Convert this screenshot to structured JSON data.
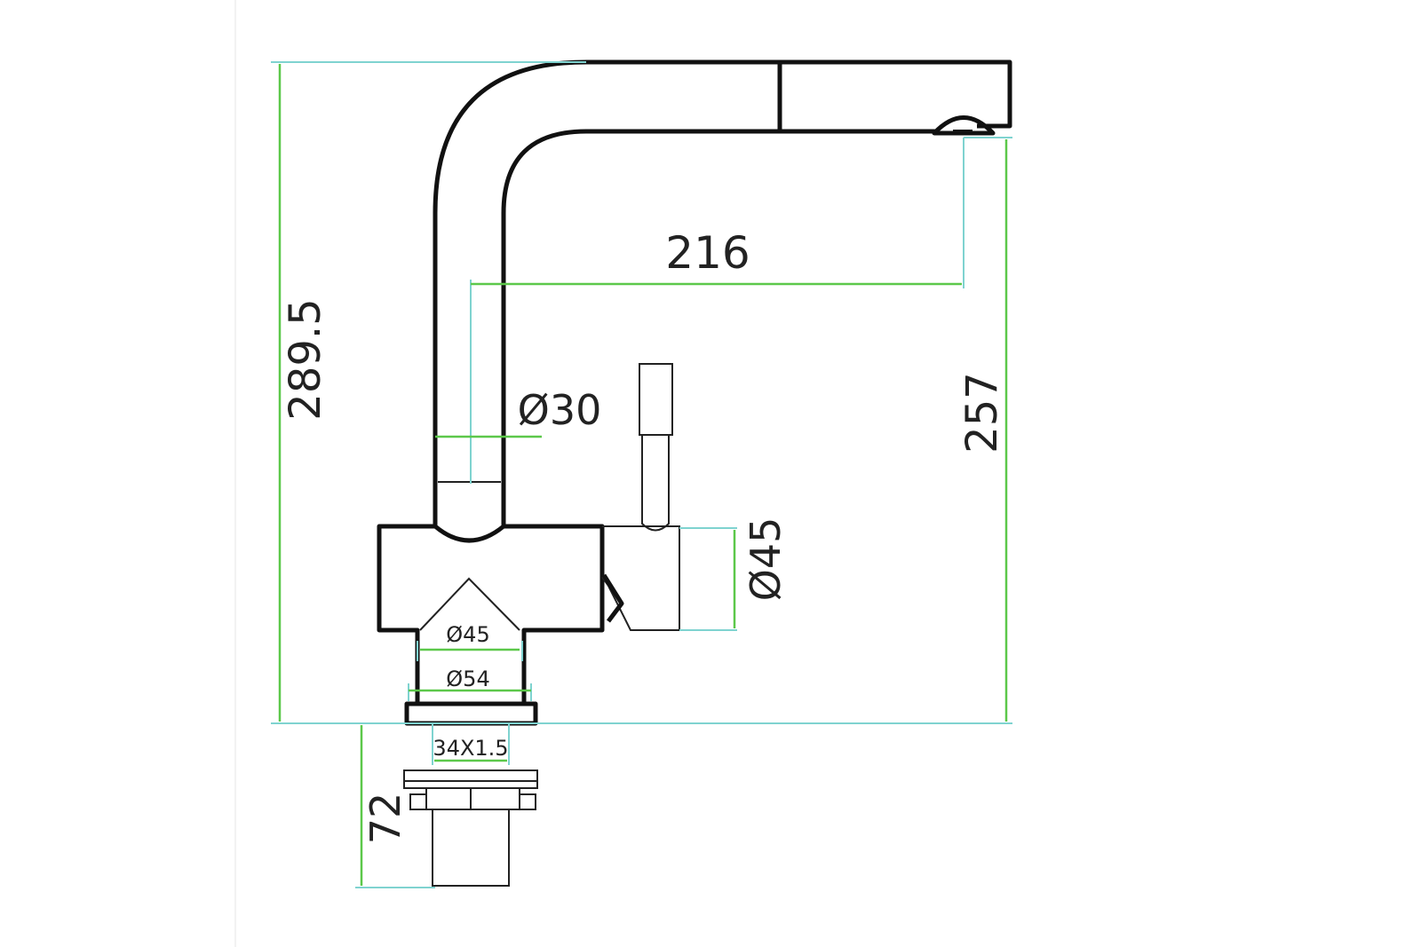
{
  "drawing": {
    "title": "Kitchen faucet dimension drawing",
    "dimensions": {
      "total_height": "289.5",
      "spout_height": "257",
      "spout_reach": "216",
      "tube_diameter": "Ø30",
      "body_diameter": "Ø45",
      "inner_diameter": "Ø45",
      "base_diameter": "Ø54",
      "thread": "34X1.5",
      "shank_length": "72"
    },
    "colors": {
      "outline": "#111111",
      "dimension": "#5cc84a",
      "extension": "#7fd3d0"
    }
  }
}
